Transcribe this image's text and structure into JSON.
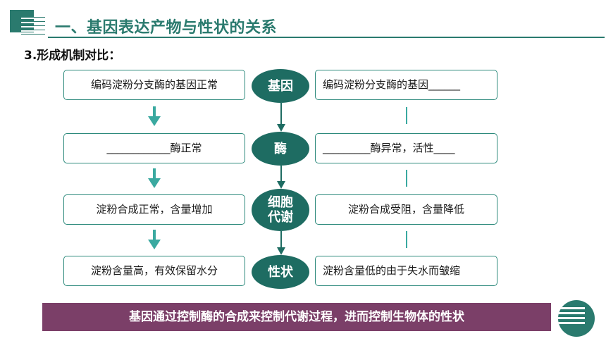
{
  "header": {
    "title": "一、基因表达产物与性状的关系",
    "subtitle": "3.形成机制对比："
  },
  "left": [
    "编码淀粉分支酶的基因正常",
    "____________酶正常",
    "淀粉合成正常，含量增加",
    "淀粉含量高，有效保留水分"
  ],
  "middle": [
    "基因",
    "酶",
    "细胞",
    "代谢",
    "性状"
  ],
  "right": [
    "编码淀粉分支酶的基因______",
    "_________酶异常，活性____",
    "淀粉合成受阻，含量降低",
    "淀粉含量低的由于失水而皱缩"
  ],
  "banner": "基因通过控制酶的合成来控制代谢过程，进而控制生物体的性状",
  "colors": {
    "teal_dark": "#1e6c62",
    "teal": "#2a7a6e",
    "arrow": "#3aa9a0",
    "banner": "#7b3f68"
  }
}
